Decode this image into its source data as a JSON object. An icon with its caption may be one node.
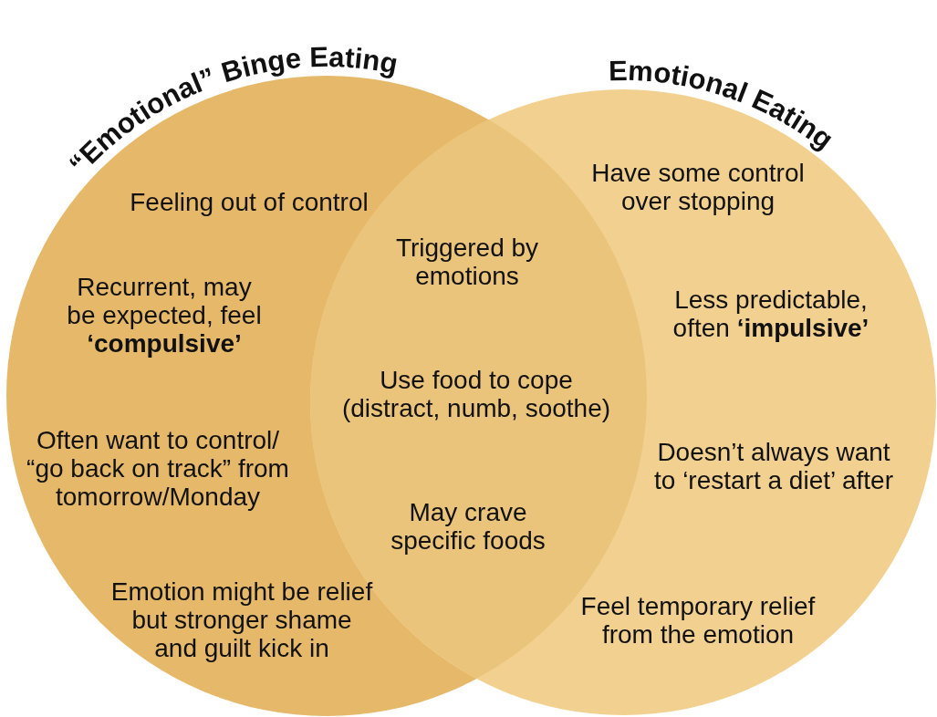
{
  "diagram": {
    "nodes": [
      {
        "text": [
          "“Emotional” Binge Eating",
          "Feeling out of control",
          "Recurrent, may be expected, feel **‘compulsive’**",
          "Often want to control/ “go back on track” from tomorrow/Monday",
          "Emotion might be relief but stronger shame and guilt kick in"
        ]
      },
      {
        "text": [
          "Triggered by emotions",
          "Use food to cope (distract, numb, soothe)",
          "May crave specific foods"
        ]
      },
      {
        "text": [
          "Emotional Eating",
          "Have some control over stopping",
          "Less predictable, often **‘impulsive’**",
          "Doesn’t always want to ‘restart a diet’ after",
          "Feel temporary relief from the emotion"
        ]
      }
    ]
  }
}
